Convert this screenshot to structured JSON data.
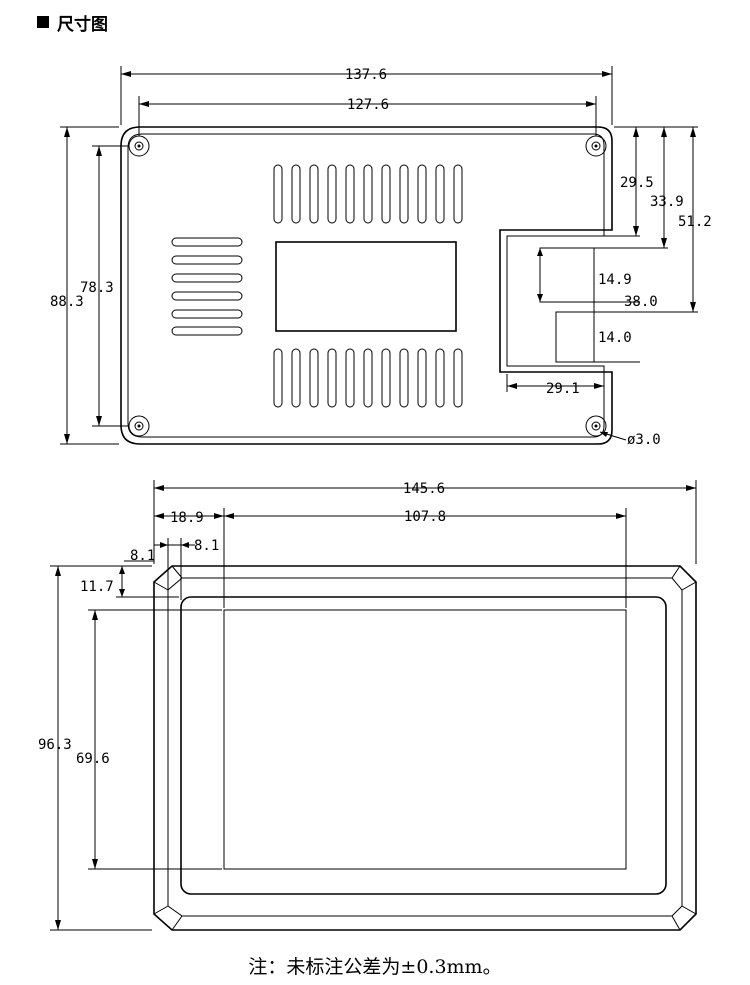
{
  "section": {
    "title": "尺寸图",
    "bullet_icon": "black-square-icon"
  },
  "top_view": {
    "dims": {
      "overall_width": "137.6",
      "hole_spacing_width": "127.6",
      "overall_height": "88.3",
      "hole_spacing_height": "78.3",
      "d29_5": "29.5",
      "d33_9": "33.9",
      "d51_2": "51.2",
      "d14_9": "14.9",
      "d38_0": "38.0",
      "d14_0": "14.0",
      "d29_1": "29.1",
      "hole_diameter": "ø3.0"
    }
  },
  "front_view": {
    "dims": {
      "overall_width": "145.6",
      "left_offset": "18.9",
      "screen_width": "107.8",
      "frame_left_1": "8.1",
      "frame_left_2": "8.1",
      "top_offset": "11.7",
      "overall_height": "96.3",
      "screen_height": "69.6"
    }
  },
  "note": "注：未标注公差为±0.3mm。"
}
